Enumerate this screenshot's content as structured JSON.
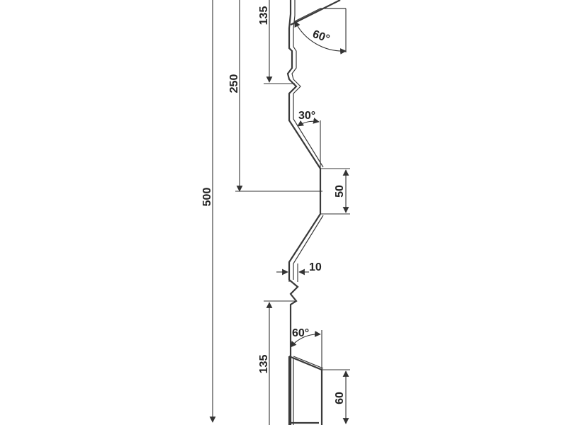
{
  "diagram": {
    "dimensions": {
      "overall_height": "500",
      "half_height": "250",
      "top_offset": "135",
      "bottom_offset": "135",
      "rib_height": "50",
      "bottom_rib_height": "60",
      "fold_width": "10"
    },
    "angles": {
      "top_angle": "60°",
      "mid_angle": "30°",
      "bottom_angle": "60°"
    },
    "colors": {
      "line": "#333333",
      "background": "#ffffff"
    }
  }
}
